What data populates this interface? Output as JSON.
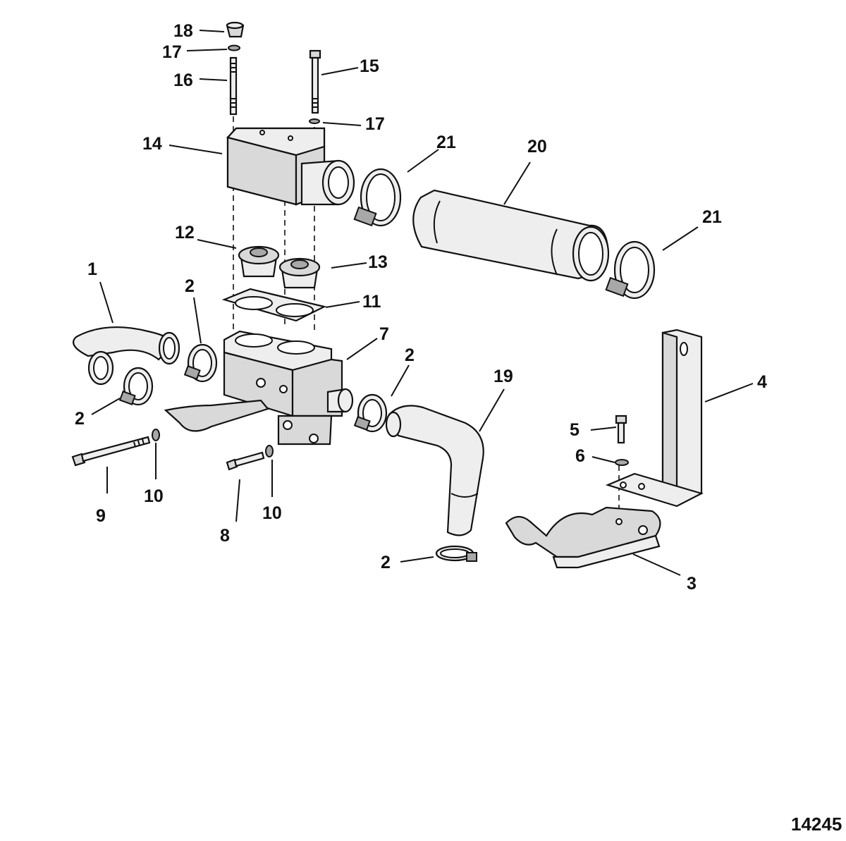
{
  "figure_number": "14245",
  "callouts": {
    "c1": "1",
    "c2a": "2",
    "c2b": "2",
    "c2c": "2",
    "c2d": "2",
    "c3": "3",
    "c4": "4",
    "c5": "5",
    "c6": "6",
    "c7": "7",
    "c8": "8",
    "c9": "9",
    "c10a": "10",
    "c10b": "10",
    "c11": "11",
    "c12": "12",
    "c13": "13",
    "c14": "14",
    "c15": "15",
    "c16": "16",
    "c17a": "17",
    "c17b": "17",
    "c18": "18",
    "c19": "19",
    "c20": "20",
    "c21a": "21",
    "c21b": "21"
  }
}
